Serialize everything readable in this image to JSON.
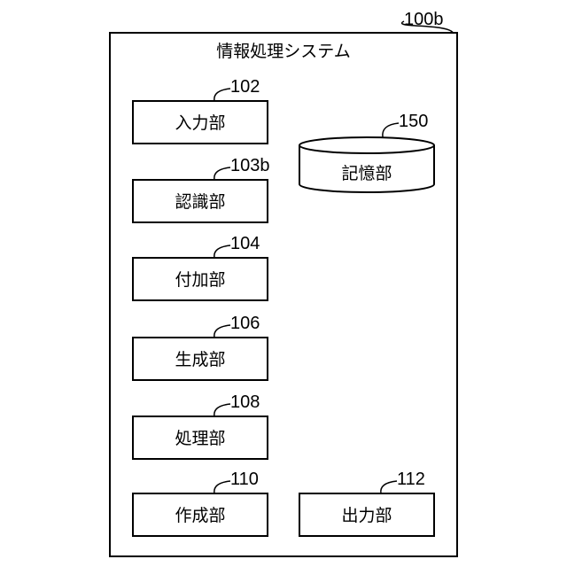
{
  "system": {
    "title": "情報処理システム",
    "ref": "100b"
  },
  "blocks": {
    "input": {
      "label": "入力部",
      "ref": "102"
    },
    "recognition": {
      "label": "認識部",
      "ref": "103b"
    },
    "adding": {
      "label": "付加部",
      "ref": "104"
    },
    "generation": {
      "label": "生成部",
      "ref": "106"
    },
    "processing": {
      "label": "処理部",
      "ref": "108"
    },
    "creation": {
      "label": "作成部",
      "ref": "110"
    },
    "output": {
      "label": "出力部",
      "ref": "112"
    },
    "storage": {
      "label": "記憶部",
      "ref": "150"
    }
  }
}
